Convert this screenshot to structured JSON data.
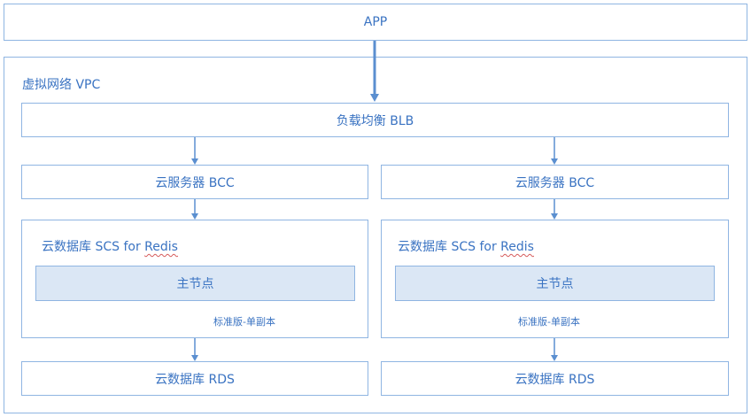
{
  "app": {
    "label": "APP"
  },
  "vpc": {
    "label": "虚拟网络 VPC"
  },
  "blb": {
    "label": "负载均衡 BLB"
  },
  "columns": [
    {
      "bcc_label": "云服务器 BCC",
      "scs_label_prefix": "云数据库 SCS for ",
      "scs_label_redis": "Redis",
      "primary_node_label": "主节点",
      "edition_label": "标准版-单副本",
      "rds_label": "云数据库 RDS"
    },
    {
      "bcc_label": "云服务器 BCC",
      "scs_label_prefix": "云数据库 SCS for ",
      "scs_label_redis": "Redis",
      "primary_node_label": "主节点",
      "edition_label": "标准版-单副本",
      "rds_label": "云数据库 RDS"
    }
  ],
  "colors": {
    "accent": "#3a73c2",
    "border": "#8fb5e2",
    "arrow": "#5b8fd0",
    "node_fill": "#dbe7f5"
  }
}
